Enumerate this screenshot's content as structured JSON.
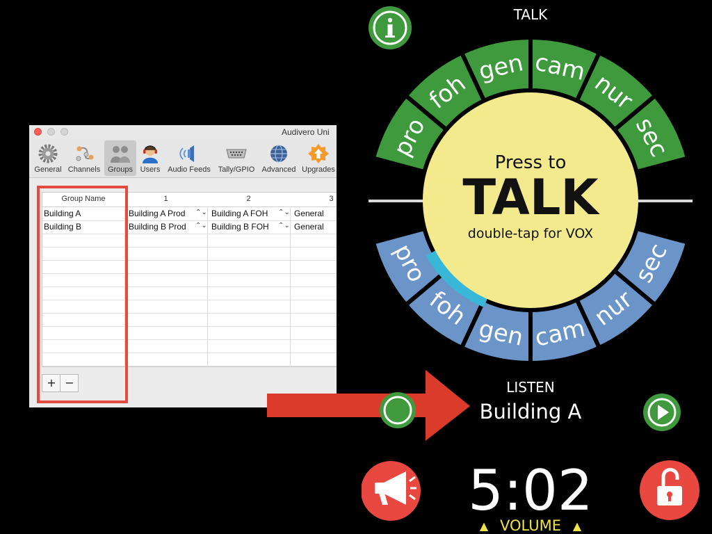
{
  "window": {
    "title": "Audivero Uni",
    "toolbar": [
      {
        "label": "General",
        "icon": "gear-icon"
      },
      {
        "label": "Channels",
        "icon": "channels-icon"
      },
      {
        "label": "Groups",
        "icon": "groups-icon",
        "selected": true
      },
      {
        "label": "Users",
        "icon": "user-headset-icon"
      },
      {
        "label": "Audio Feeds",
        "icon": "speaker-icon"
      },
      {
        "label": "Tally/GPIO",
        "icon": "serial-port-icon"
      },
      {
        "label": "Advanced",
        "icon": "globe-icon"
      },
      {
        "label": "Upgrades",
        "icon": "upgrade-badge-icon"
      }
    ],
    "table": {
      "headers": [
        "Group Name",
        "1",
        "2",
        "3"
      ],
      "rows": [
        [
          "Building A",
          "Building A Prod",
          "Building A FOH",
          "General"
        ],
        [
          "Building B",
          "Building B Prod",
          "Building B FOH",
          "General"
        ]
      ]
    },
    "add_label": "+",
    "remove_label": "−"
  },
  "panel": {
    "talk_label": "TALK",
    "talk_channels": [
      "pro",
      "foh",
      "gen",
      "cam",
      "nur",
      "sec"
    ],
    "listen_channels": [
      "pro",
      "foh",
      "gen",
      "cam",
      "nur",
      "sec"
    ],
    "center_top": "Press to",
    "center_main": "TALK",
    "center_bottom": "double-tap for VOX",
    "listen_label": "LISTEN",
    "group_name": "Building A",
    "time": "5:02",
    "volume_label": "VOLUME",
    "volume_arrow": "▲"
  },
  "colors": {
    "talk_green": "#3e9a3c",
    "listen_blue": "#6b95c9",
    "center_yellow": "#f2ea8c",
    "highlight_red": "#e44a40",
    "arrow_red": "#db3b2b"
  }
}
